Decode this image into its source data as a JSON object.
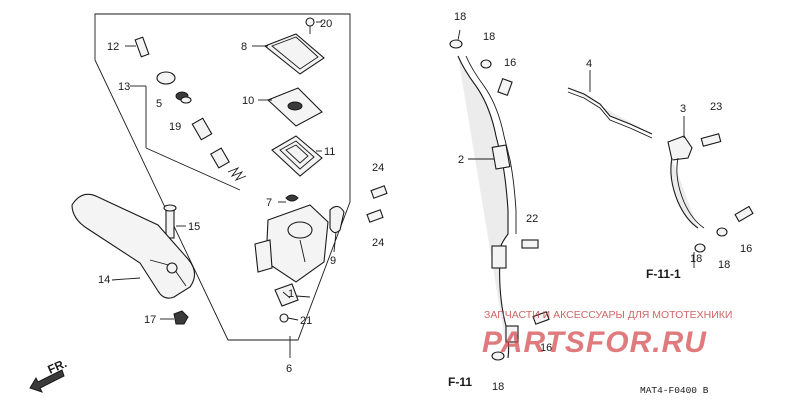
{
  "callouts": {
    "c1": "1",
    "c2": "2",
    "c3": "3",
    "c4": "4",
    "c5": "5",
    "c6": "6",
    "c7": "7",
    "c8": "8",
    "c9": "9",
    "c10": "10",
    "c11": "11",
    "c12": "12",
    "c13": "13",
    "c14": "14",
    "c15": "15",
    "c16a": "16",
    "c16b": "16",
    "c16c": "16",
    "c17": "17",
    "c18a": "18",
    "c18b": "18",
    "c18c": "18",
    "c18d": "18",
    "c18e": "18",
    "c19": "19",
    "c20": "20",
    "c21": "21",
    "c22": "22",
    "c23": "23",
    "c24a": "24",
    "c24b": "24"
  },
  "references": {
    "f11": "F-11",
    "f111": "F-11-1"
  },
  "direction": {
    "label": "FR."
  },
  "diagram_code": "MAT4-F0400 B",
  "watermark": {
    "line1": "ЗАПЧАСТИ И АКСЕССУАРЫ ДЛЯ МОТОТЕХНИКИ",
    "line2": "PARTSFOR.RU"
  }
}
